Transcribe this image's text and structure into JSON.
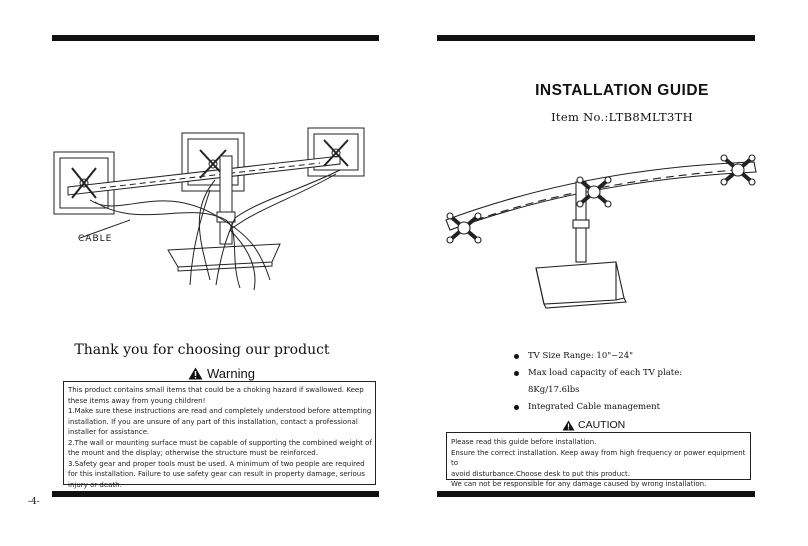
{
  "left_page": {
    "cable_label": "CABLE",
    "thanks": "Thank you for choosing our product",
    "warning_title": "Warning",
    "warning_lines": [
      "This product contains small items that could be a choking hazard if swallowed. Keep",
      "these items away from young children!",
      "1.Make sure these instructions are read and completely understood before attempting",
      "installation. If you are unsure of any part of this installation, contact a professional",
      "installer for assistance.",
      "2.The wall or mounting surface must be capable of supporting the combined weight of",
      "the mount and the display; otherwise the structure must be reinforced.",
      "3.Safety gear and proper tools must be used. A minimum of two people are required",
      "for this installation. Failure to use safety gear can result in property damage, serious",
      "injury or death."
    ],
    "page_number": "-4-"
  },
  "right_page": {
    "title": "INSTALLATION GUIDE",
    "item_no": "Item No.:LTB8MLT3TH",
    "features": {
      "tv_size": "TV Size Range: 10\"~24\"",
      "max_load": "Max load capacity of each TV plate:",
      "max_load_value": "8Kg/17.6lbs",
      "cable": "Integrated Cable management"
    },
    "caution_title": "CAUTION",
    "caution_lines": [
      "Please read this guide before installation.",
      "Ensure the correct installation. Keep away from high frequency or power equipment to",
      "avoid disturbance.Choose desk to put this product.",
      "We can not be responsible for any damage caused by wrong installation."
    ]
  }
}
